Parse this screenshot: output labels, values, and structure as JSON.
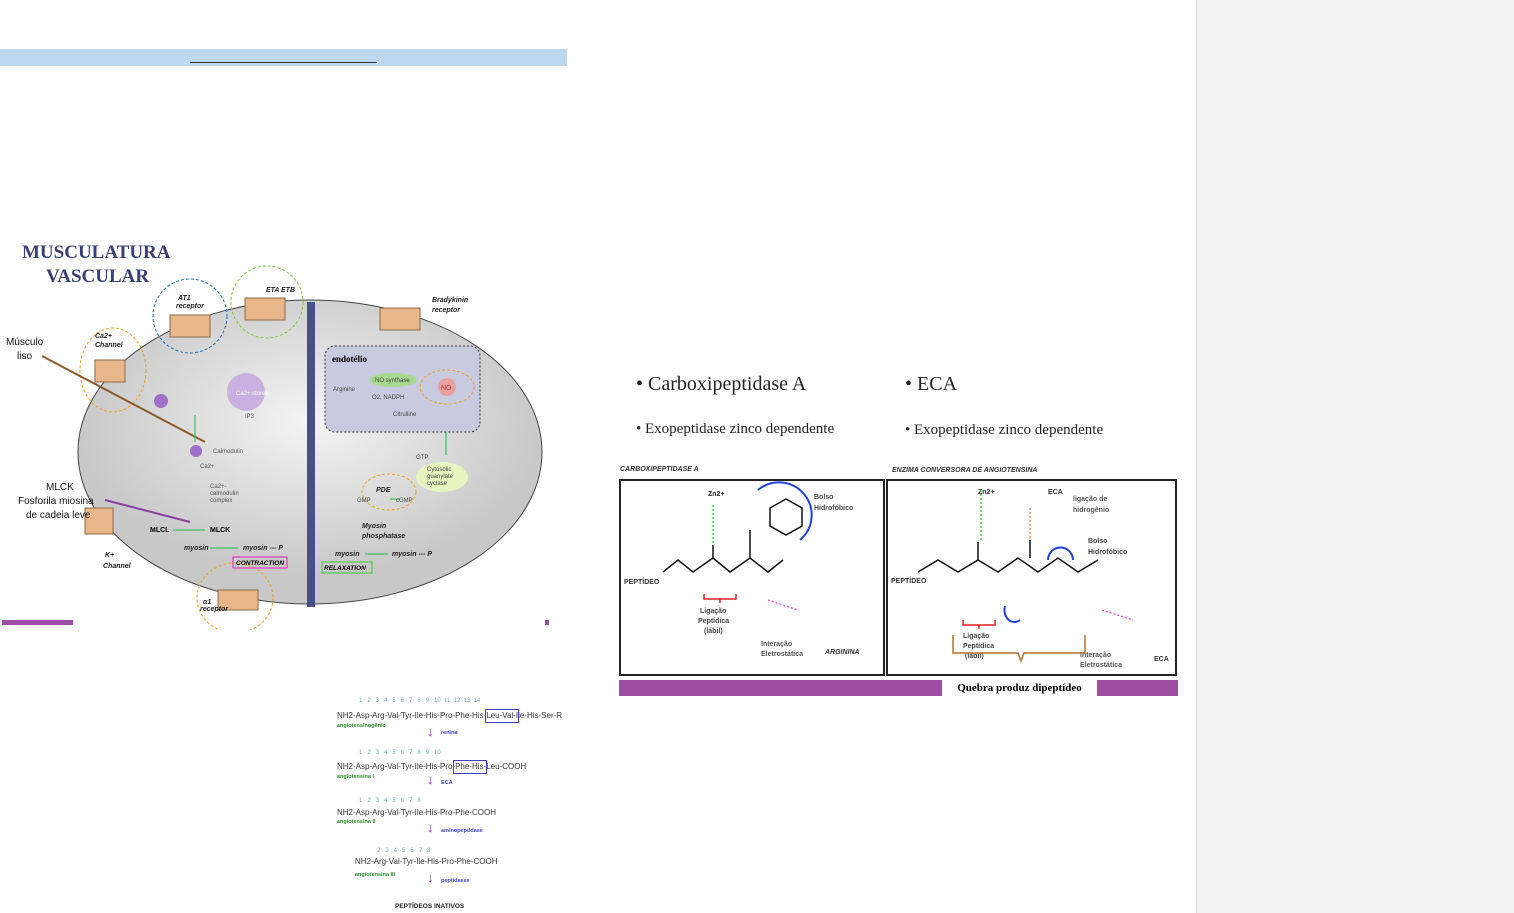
{
  "vascular_figure": {
    "title_line1": "MUSCULATURA",
    "title_line2": "VASCULAR",
    "at1": "AT1",
    "at1_receptor": "receptor",
    "eta": "ETA",
    "etb": "ETB",
    "bradykinin": "Bradykinin",
    "bradykinin_receptor": "receptor",
    "ca_channel_1": "Ca2+",
    "ca_channel_2": "Channel",
    "musculo_liso_1": "Músculo",
    "musculo_liso_2": "liso",
    "ca": "Ca2+",
    "ca_stores": "Ca2+ stores",
    "ip3": "IP3",
    "calmodulin": "Calmodulin",
    "complex_1": "Ca2+-",
    "complex_2": "calmodulin",
    "complex_3": "complex",
    "mlck_note_1": "MLCK",
    "mlck_note_2": "Fosforila miosina",
    "mlck_note_3": "de cadeia leve",
    "mlcl": "MLCL",
    "mlck": "MLCK",
    "myosin": "myosin",
    "myosin_p": "myosin --- P",
    "contraction": "CONTRACTION",
    "k_channel_1": "K+",
    "k_channel_2": "Channel",
    "alpha1_1": "α1",
    "alpha1_2": "receptor",
    "endotelio": "endotélio",
    "no_synthase": "NO synthase",
    "arginine": "Arginine",
    "o2_nadph": "O2, NADPH",
    "citrulline": "Citrulline",
    "no": "NO",
    "gtp": "GTP",
    "guanylate_1": "Cytosolic",
    "guanylate_2": "guanylate",
    "guanylate_3": "cyclase",
    "pde": "PDE",
    "gmp": "GMP",
    "cgmp": "cGMP",
    "phosphatase_1": "Myosin",
    "phosphatase_2": "phosphatase",
    "relax_myosin": "myosin",
    "relax_myosin_p": "myosin --- P",
    "relaxation": "RELAXATION"
  },
  "enzyme_figure": {
    "bullet_cpa": "Carboxipeptidase A",
    "bullet_eca": "ECA",
    "sub_cpa": "Exopeptidase zinco dependente",
    "sub_eca": "Exopeptidase zinco dependente",
    "panel_cpa_title": "CARBOXIPEPTIDASE A",
    "panel_eca_title": "ENZIMA CONVERSORA DE ANGIOTENSINA",
    "zn": "Zn2+",
    "bolso_1": "Bolso",
    "bolso_2": "Hidrofóbico",
    "peptideo": "PEPTÍDEO",
    "ligacao_1": "Ligação",
    "ligacao_2": "Peptídica",
    "ligacao_3": "(lábil)",
    "interacao_1": "Interação",
    "interacao_2": "Eletrostática",
    "arginina": "ARGININA",
    "eca_label": "ECA",
    "hidrogenio_1": "ligação de",
    "hidrogenio_2": "hidrogênio",
    "footer": "Quebra produz dipeptídeo"
  },
  "cascade": {
    "steps": [
      {
        "numbers": "1   2   3   4   5   6   7   8   9   10  11  12  13  14",
        "sequence": "NH2-Asp-Arg-Val-Tyr-Ile-His-Pro-Phe-His-Leu-Val-Ile-His-Ser-R",
        "name": "angiotensinogênio",
        "enzyme": "renina"
      },
      {
        "numbers": "1   2   3   4   5   6   7   8   9   10",
        "sequence": "NH2-Asp-Arg-Val-Tyr-Ile-His-Pro-Phe-His-Leu-COOH",
        "name": "angiotensina I",
        "enzyme": "ECA"
      },
      {
        "numbers": "1   2   3   4   5   6   7   8",
        "sequence": "NH2-Asp-Arg-Val-Tyr-Ile-His-Pro-Phe-COOH",
        "name": "angiotensina II",
        "enzyme": "aminopeptidase"
      },
      {
        "numbers": "2   3   4   5   6   7   8",
        "sequence": "NH2-Arg-Val-Tyr-Ile-His-Pro-Phe-COOH",
        "name": "angiotensina III",
        "enzyme": "peptidases"
      }
    ],
    "result": "PEPTÍDEOS INATIVOS"
  },
  "colors": {
    "accent_purple": "#9e4ea0",
    "header_blue": "#bdd7ee",
    "sidebar": "#f2f2f2"
  }
}
